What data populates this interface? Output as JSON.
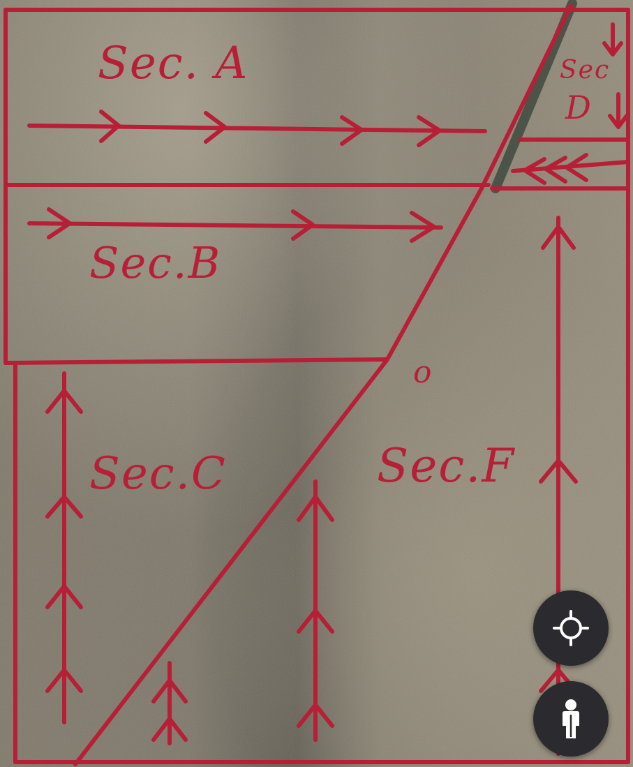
{
  "map": {
    "sections": [
      {
        "id": "A",
        "label": "Sec. A"
      },
      {
        "id": "B",
        "label": "Sec.B"
      },
      {
        "id": "C",
        "label": "Sec.C"
      },
      {
        "id": "D",
        "label_line1": "Sec",
        "label_line2": "D"
      },
      {
        "id": "F",
        "label": "Sec.F"
      }
    ],
    "marker_label": "o",
    "line_color": "#b71f36"
  },
  "controls": {
    "locate_icon": "crosshair-icon",
    "streetview_icon": "pegman-icon"
  }
}
